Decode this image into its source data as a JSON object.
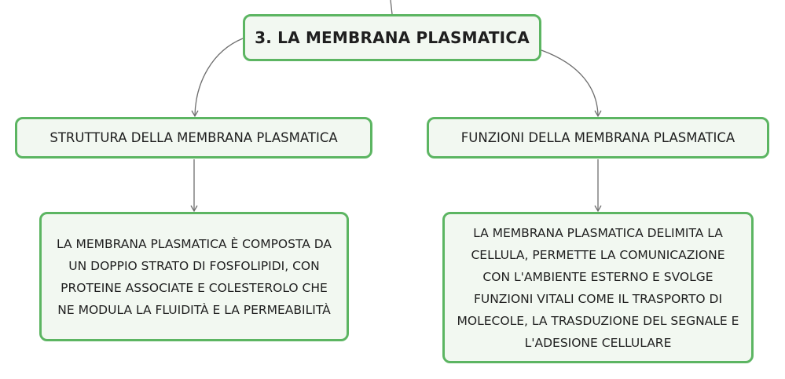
{
  "diagram": {
    "root": {
      "label": "3. LA MEMBRANA PLASMATICA"
    },
    "branches": [
      {
        "label": "STRUTTURA DELLA MEMBRANA PLASMATICA",
        "detail": "LA MEMBRANA PLASMATICA È COMPOSTA DA\nUN DOPPIO STRATO DI FOSFOLIPIDI, CON\nPROTEINE ASSOCIATE E COLESTEROLO CHE\nNE MODULA LA FLUIDITÀ E LA PERMEABILITÀ"
      },
      {
        "label": "FUNZIONI DELLA MEMBRANA PLASMATICA",
        "detail": "LA MEMBRANA PLASMATICA DELIMITA LA\nCELLULA, PERMETTE LA COMUNICAZIONE\nCON L'AMBIENTE ESTERNO E SVOLGE\nFUNZIONI VITALI COME IL TRASPORTO DI\nMOLECOLE, LA TRASDUZIONE DEL SEGNALE E\nL'ADESIONE CELLULARE"
      }
    ]
  },
  "colors": {
    "node_border": "#5cb562",
    "node_fill": "#f2f8f1",
    "connector": "#6e6e6e"
  }
}
